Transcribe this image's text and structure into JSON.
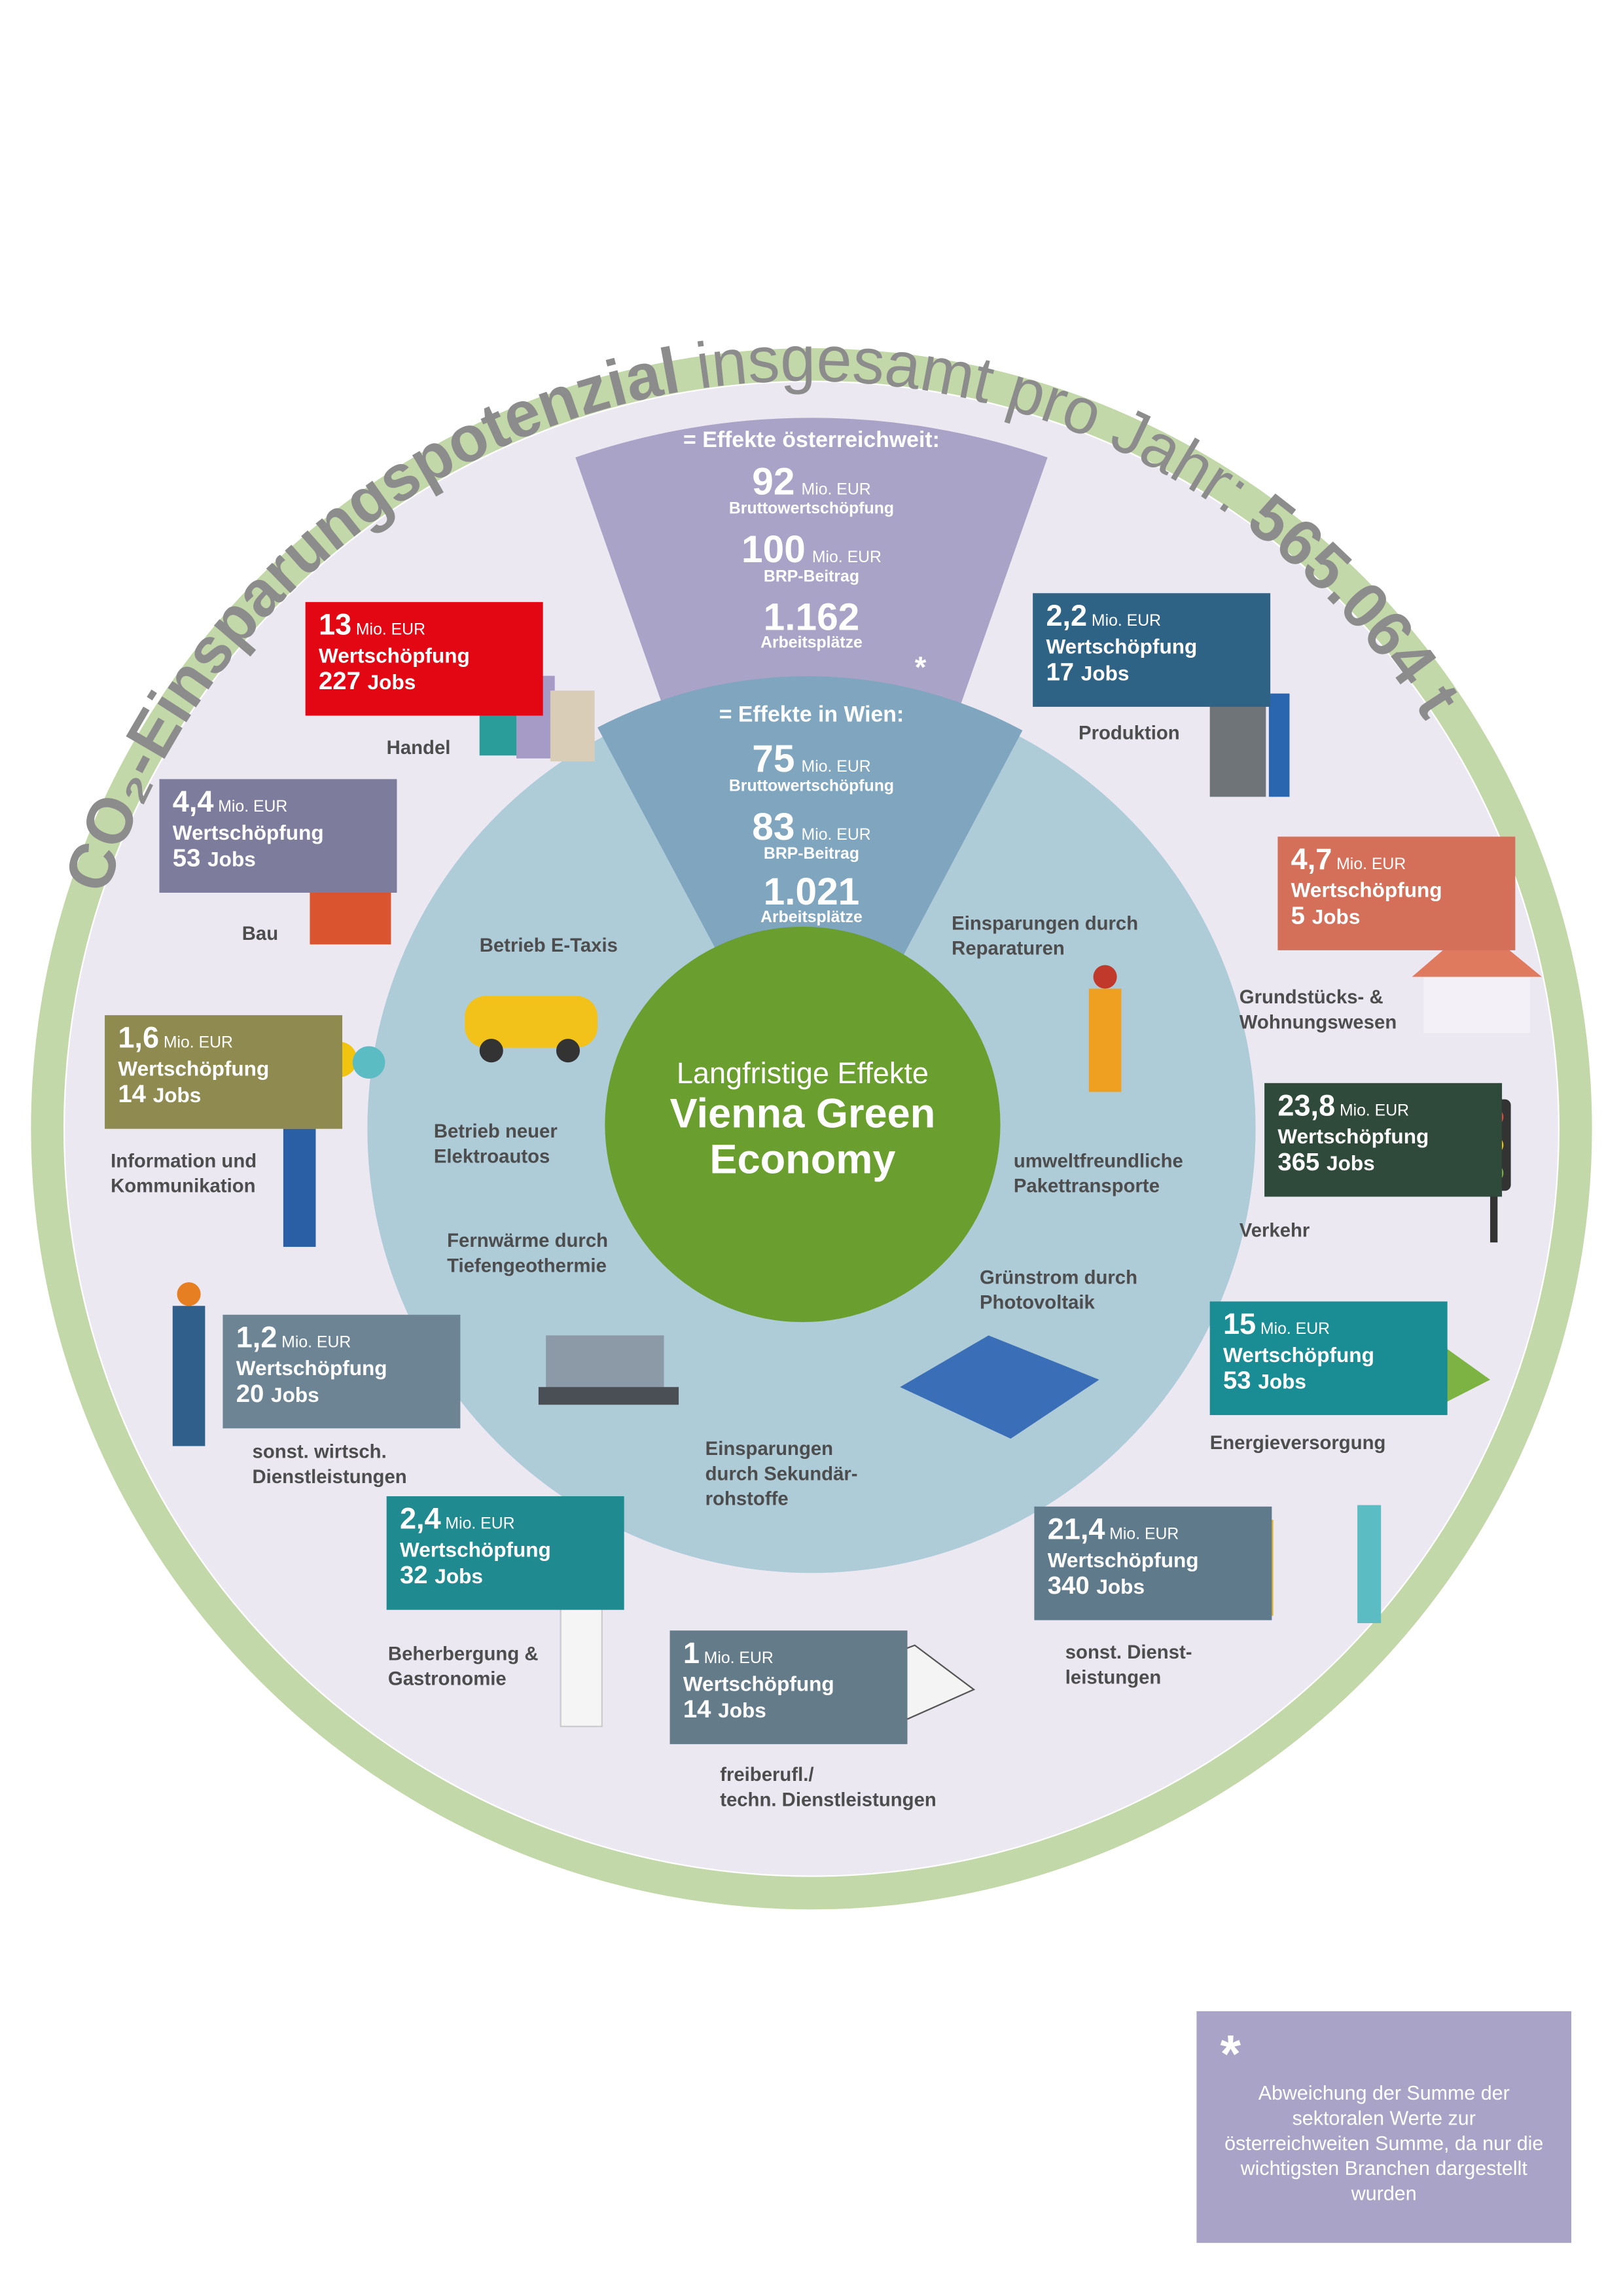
{
  "ring_title": {
    "part1": "CO₂-Einsparungspotenzial",
    "part2": " insgesamt pro Jahr: ",
    "part3": "565.064 t"
  },
  "austria": {
    "heading": "= Effekte österreichweit:",
    "bws_value": "92",
    "bws_unit": "Mio. EUR",
    "bws_label": "Bruttowertschöpfung",
    "brp_value": "100",
    "brp_unit": "Mio. EUR",
    "brp_label": "BRP-Beitrag",
    "jobs_value": "1.162",
    "jobs_label": "Arbeitsplätze",
    "asterisk": "*"
  },
  "vienna": {
    "heading": "= Effekte in Wien:",
    "bws_value": "75",
    "bws_unit": "Mio. EUR",
    "bws_label": "Bruttowertschöpfung",
    "brp_value": "83",
    "brp_unit": "Mio. EUR",
    "brp_label": "BRP-Beitrag",
    "jobs_value": "1.021",
    "jobs_label": "Arbeitsplätze"
  },
  "center": {
    "line1": "Langfristige Effekte",
    "line2": "Vienna Green",
    "line3": "Economy"
  },
  "measures": [
    "Betrieb E-Taxis",
    "Betrieb neuer\nElektroautos",
    "Fernwärme durch\nTiefengeothermie",
    "Einsparungen\ndurch Sekundär-\nrohstoffe",
    "Grünstrom durch\nPhotovoltaik",
    "umweltfreundliche\nPakettransporte",
    "Einsparungen durch\nReparaturen"
  ],
  "sectors": [
    {
      "name": "Handel",
      "value": "13",
      "unit": "Mio. EUR",
      "label": "Wertschöpfung",
      "jobs": "227",
      "jobs_label": "Jobs",
      "color": "#e30613"
    },
    {
      "name": "Bau",
      "value": "4,4",
      "unit": "Mio. EUR",
      "label": "Wertschöpfung",
      "jobs": "53",
      "jobs_label": "Jobs",
      "color": "#7d7c9c"
    },
    {
      "name": "Information und\nKommunikation",
      "value": "1,6",
      "unit": "Mio. EUR",
      "label": "Wertschöpfung",
      "jobs": "14",
      "jobs_label": "Jobs",
      "color": "#8e8a50"
    },
    {
      "name": "sonst. wirtsch.\nDienstleistungen",
      "value": "1,2",
      "unit": "Mio. EUR",
      "label": "Wertschöpfung",
      "jobs": "20",
      "jobs_label": "Jobs",
      "color": "#6c8494"
    },
    {
      "name": "Beherbergung &\nGastronomie",
      "value": "2,4",
      "unit": "Mio. EUR",
      "label": "Wertschöpfung",
      "jobs": "32",
      "jobs_label": "Jobs",
      "color": "#1f8a8f"
    },
    {
      "name": "freiberufl./\ntechn. Dienstleistungen",
      "value": "1",
      "unit": "Mio. EUR",
      "label": "Wertschöpfung",
      "jobs": "14",
      "jobs_label": "Jobs",
      "color": "#647b8a"
    },
    {
      "name": "sonst. Dienst-\nleistungen",
      "value": "21,4",
      "unit": "Mio. EUR",
      "label": "Wertschöpfung",
      "jobs": "340",
      "jobs_label": "Jobs",
      "color": "#5e7a8b"
    },
    {
      "name": "Energieversorgung",
      "value": "15",
      "unit": "Mio. EUR",
      "label": "Wertschöpfung",
      "jobs": "53",
      "jobs_label": "Jobs",
      "color": "#1a8c93"
    },
    {
      "name": "Verkehr",
      "value": "23,8",
      "unit": "Mio. EUR",
      "label": "Wertschöpfung",
      "jobs": "365",
      "jobs_label": "Jobs",
      "color": "#2f4a3b"
    },
    {
      "name": "Grundstücks- &\nWohnungswesen",
      "value": "4,7",
      "unit": "Mio. EUR",
      "label": "Wertschöpfung",
      "jobs": "5",
      "jobs_label": "Jobs",
      "color": "#d4705a"
    },
    {
      "name": "Produktion",
      "value": "2,2",
      "unit": "Mio. EUR",
      "label": "Wertschöpfung",
      "jobs": "17",
      "jobs_label": "Jobs",
      "color": "#2e6386"
    }
  ],
  "footnote": {
    "asterisk": "*",
    "text": "Abweichung der Summe der sektoralen Werte zur österreichweiten Summe, da nur die wichtigsten Branchen dargestellt wurden"
  }
}
